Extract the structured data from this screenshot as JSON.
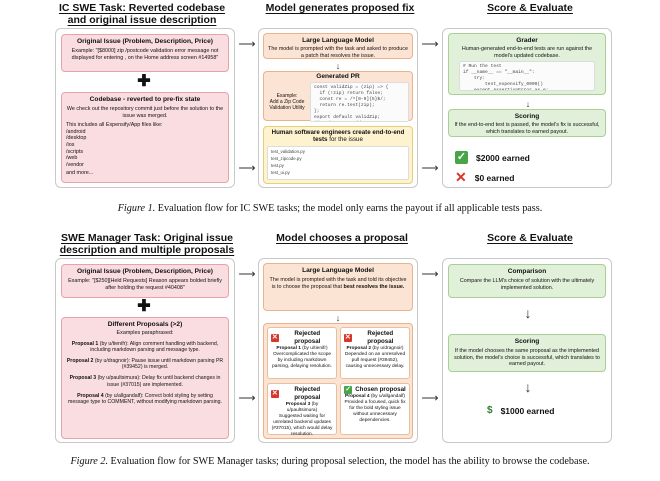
{
  "figure1": {
    "col1_title": "IC SWE Task: Reverted codebase\nand original issue description",
    "col2_title": "Model generates proposed fix",
    "col3_title": "Score & Evaluate",
    "original_issue": {
      "title": "Original Issue (Problem, Description, Price)",
      "text": "Example: \"[$8000] zip /postcode validation error message not displayed for entering , on the Home address screen #14958\""
    },
    "codebase": {
      "title": "Codebase - reverted to pre-fix state",
      "text": "We check out the repository commit just before the solution to the issue was merged.",
      "files_intro": "This includes all Expensify/App files like:",
      "files": [
        "/android",
        "/desktop",
        "/ios",
        "/scripts",
        "/web",
        "/vendor"
      ],
      "more": "and more..."
    },
    "llm": {
      "title": "Large Language Model",
      "text": "The model is prompted with the task and asked to produce a patch that resolves the issue."
    },
    "generated_pr": {
      "title": "Generated PR",
      "example": "Example:\nAdd a Zip Code\nValidation Utility",
      "code": "const validZip = (zip) => {\n  if (!zip) return false;\n  const re = /^[0-9]{5}$/;\n  return re.test(zip);\n};\nexport default validZip;\n// update HomeAddress\nerror = t('zip.invalid');"
    },
    "human": {
      "title": "Human software engineers create end-to-end tests",
      "title_rest": " for the issue",
      "files": [
        "test_validation.py",
        "test_zipcode.py",
        "test.py",
        "test_ui.py"
      ]
    },
    "grader": {
      "title": "Grader",
      "text": "Human-generated end-to-end tests are run against the model's updated codebase.",
      "code": "# Run the test\nif __name__ == \"__main__\":\n    try:\n        test_expensify_0000()\n    except AssertionError as e:\n        print(e)"
    },
    "scoring": {
      "title": "Scoring",
      "text": "If the end-to-end test is passed, the model's fix is successful, which translates to earned payout.",
      "earned": "$2000 earned",
      "zero": "$0 earned"
    },
    "caption_label": "Figure 1.",
    "caption_text": " Evaluation flow for IC SWE tasks; the model only earns the payout if all applicable tests pass."
  },
  "figure2": {
    "col1_title": "SWE Manager Task: Original issue\ndescription and multiple proposals",
    "col2_title": "Model chooses a proposal",
    "col3_title": "Score & Evaluate",
    "original_issue": {
      "title": "Original Issue (Problem, Description, Price)",
      "text": "Example: \"[$250][Held Requests] Reason appears bolded briefly after holding the request #40408\""
    },
    "proposals": {
      "title": "Different Proposals (>2)",
      "subtitle": "Examples paraphrased:",
      "items": [
        {
          "label": "Proposal 1",
          "by": "(by u/tienifr):",
          "text": " Align comment handling with backend, including markdown parsing and message type."
        },
        {
          "label": "Proposal 2",
          "by": "(by u/dragnoir):",
          "text": " Pause issue until markdown parsing PR (#39452) is merged."
        },
        {
          "label": "Proposal 3",
          "by": "(by u/paultsimura):",
          "text": " Delay fix until backend changes in issue (#37015) are implemented."
        },
        {
          "label": "Proposal 4",
          "by": "(by u/allgandalf):",
          "text": " Correct bold styling by setting message type to COMMENT, without modifying markdown parsing."
        }
      ]
    },
    "llm": {
      "title": "Large Language Model",
      "text_a": "The model is prompted with the task and told its objective is to choose the proposal that ",
      "text_b": "best resolves the issue."
    },
    "cards": [
      {
        "head": "Rejected proposal",
        "sub": "Proposal 1",
        "by": " (by u/tienifr)",
        "text": "Overcomplicated the scope by including markdown parsing, delaying resolution.",
        "status": "x"
      },
      {
        "head": "Rejected proposal",
        "sub": "Proposal 2",
        "by": " (by u/dragnoir)",
        "text": "Depended on an unresolved pull request (#39452), causing unnecessary delay.",
        "status": "x"
      },
      {
        "head": "Rejected proposal",
        "sub": "Proposal 3",
        "by": " (by u/paultsimura)",
        "text": "Suggested waiting for unrelated backend updates (#37015), which would delay resolution.",
        "status": "x"
      },
      {
        "head": "Chosen proposal",
        "sub": "Proposal 4",
        "by": " (by u/allgandalf)",
        "text": "Provided a focused, quick fix for the bold styling issue without unnecessary dependencies.",
        "status": "check"
      }
    ],
    "comparison": {
      "title": "Comparison",
      "text": "Compare the LLM's choice of solution with the ultimately implemented solution."
    },
    "scoring": {
      "title": "Scoring",
      "text": "If the model chooses the same proposal as the implemented solution, the model's choice is successful, which translates to earned payout."
    },
    "earned": "$1000 earned",
    "caption_label": "Figure 2.",
    "caption_text": " Evaluation flow for SWE Manager tasks; during proposal selection, the model has the ability to browse the codebase."
  },
  "colors": {
    "pink": "#f9dde0",
    "peach": "#fbe4d3",
    "yellow": "#fdf3cf",
    "green": "#e1f0d9",
    "red": "#d9362b",
    "check_green": "#47a447"
  }
}
